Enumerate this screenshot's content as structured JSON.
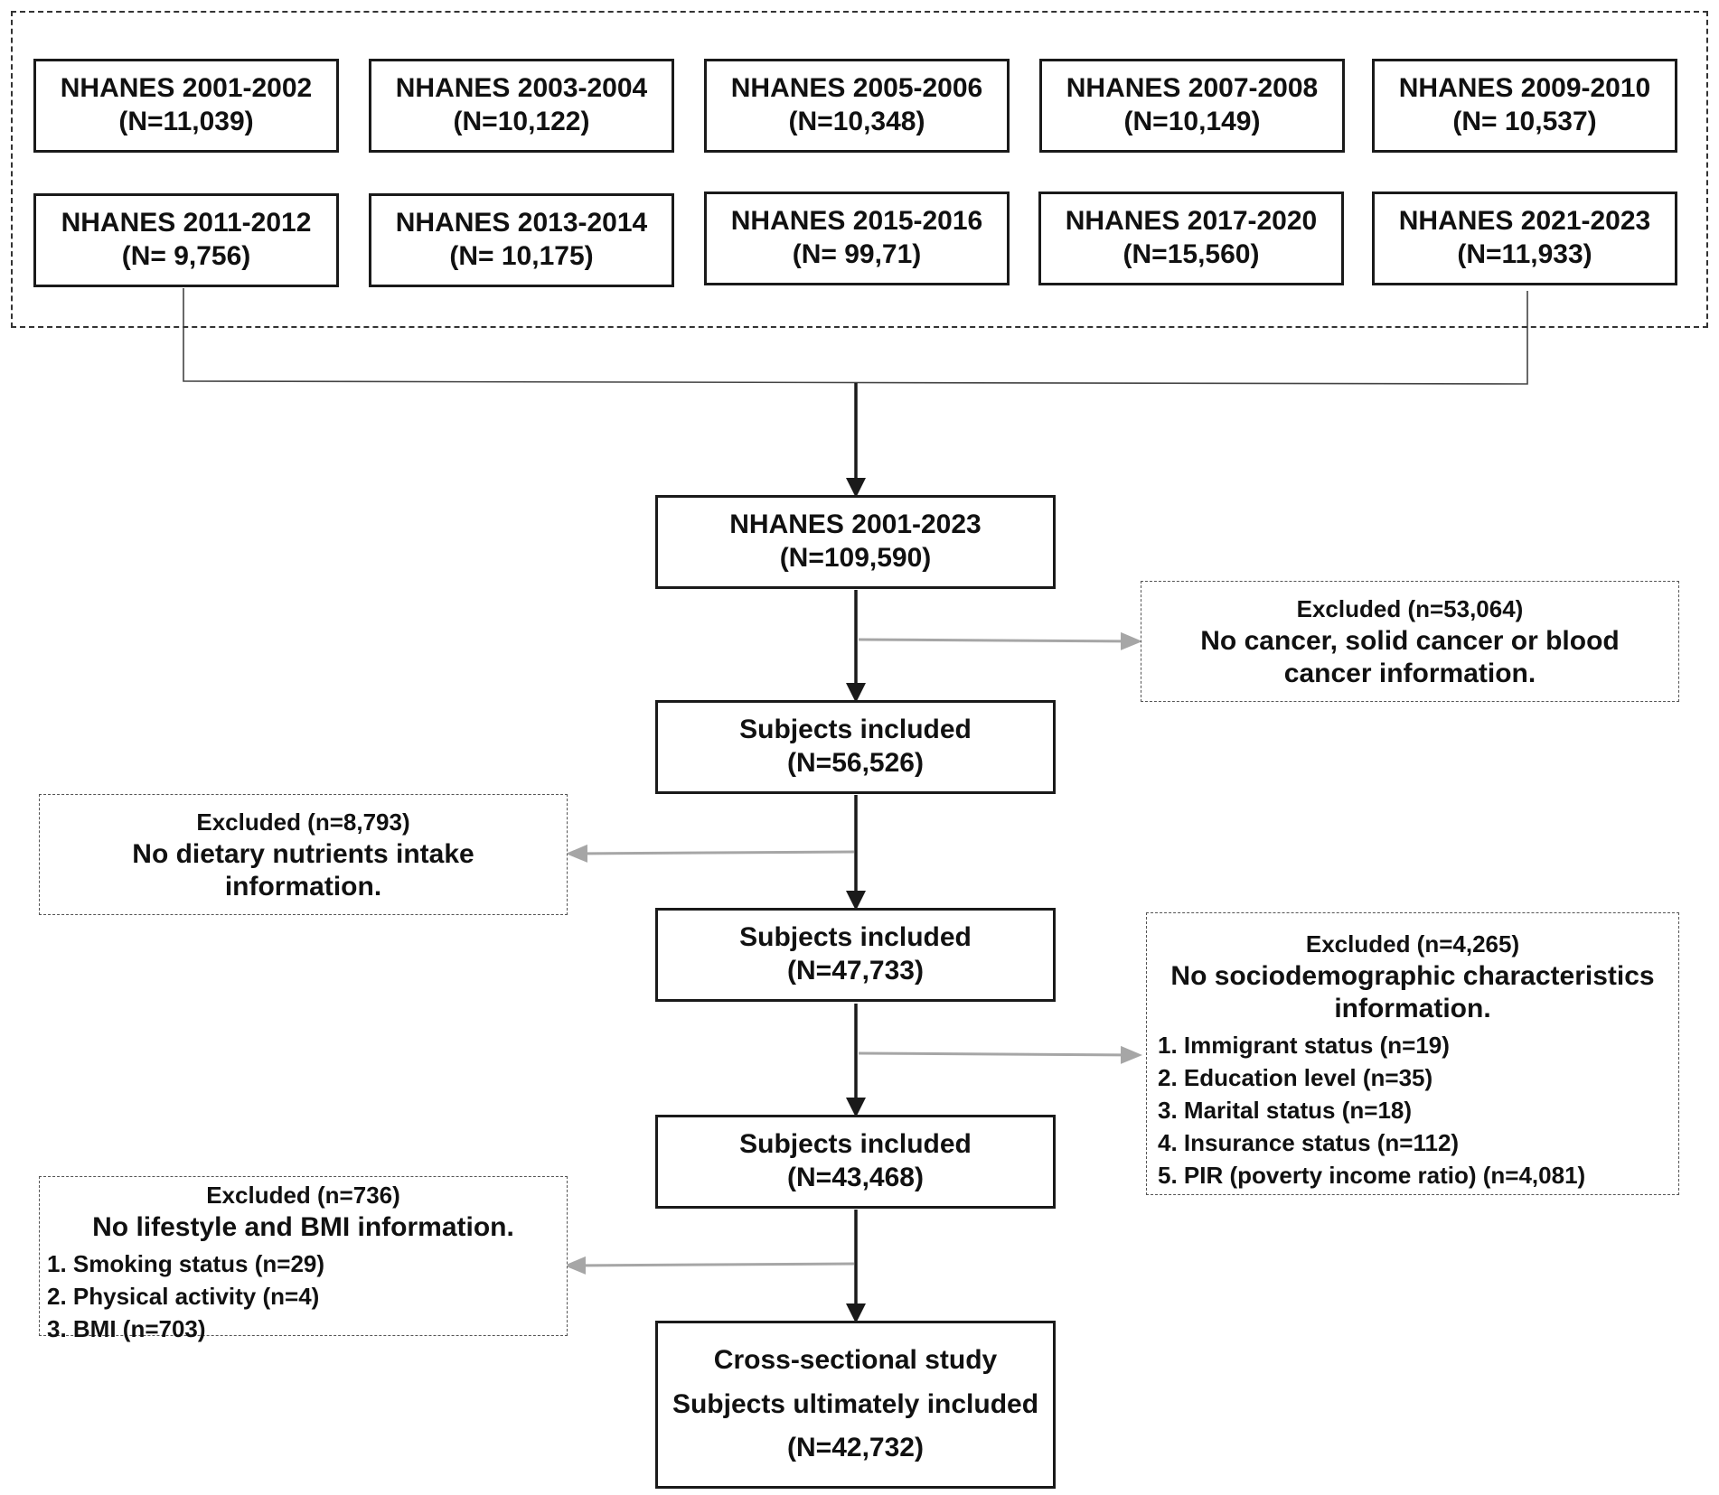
{
  "cycles": [
    {
      "label": "NHANES  2001-2002",
      "n": "(N=11,039)"
    },
    {
      "label": "NHANES  2003-2004",
      "n": "(N=10,122)"
    },
    {
      "label": "NHANES  2005-2006",
      "n": "(N=10,348)"
    },
    {
      "label": "NHANES  2007-2008",
      "n": "(N=10,149)"
    },
    {
      "label": "NHANES  2009-2010",
      "n": "(N= 10,537)"
    },
    {
      "label": "NHANES  2011-2012",
      "n": "(N= 9,756)"
    },
    {
      "label": "NHANES  2013-2014",
      "n": "(N= 10,175)"
    },
    {
      "label": "NHANES  2015-2016",
      "n": "(N= 99,71)"
    },
    {
      "label": "NHANES  2017-2020",
      "n": "(N=15,560)"
    },
    {
      "label": "NHANES  2021-2023",
      "n": "(N=11,933)"
    }
  ],
  "steps": {
    "total": {
      "label": "NHANES 2001-2023",
      "n": "(N=109,590)"
    },
    "included1": {
      "label": "Subjects included",
      "n": "(N=56,526)"
    },
    "included2": {
      "label": "Subjects included",
      "n": "(N=47,733)"
    },
    "included3": {
      "label": "Subjects included",
      "n": "(N=43,468)"
    },
    "final": {
      "line1": "Cross-sectional study",
      "line2": "Subjects ultimately included",
      "n": "(N=42,732)"
    }
  },
  "exclusions": {
    "cancer": {
      "header": "Excluded (n=53,064)",
      "desc": "No cancer, solid cancer or blood cancer  information."
    },
    "dietary": {
      "header": "Excluded  (n=8,793)",
      "desc": "No dietary nutrients intake information."
    },
    "sociodemographic": {
      "header": "Excluded (n=4,265)",
      "desc": "No sociodemographic characteristics information.",
      "items": [
        "1. Immigrant status (n=19)",
        "2. Education level (n=35)",
        "3. Marital status (n=18)",
        "4. Insurance status (n=112)",
        "5. PIR (poverty income ratio) (n=4,081)"
      ]
    },
    "lifestyle": {
      "header": "Excluded  (n=736)",
      "desc": "No lifestyle and BMI information.",
      "items": [
        "1. Smoking status (n=29)",
        "2. Physical activity (n=4)",
        "3. BMI (n=703)"
      ]
    }
  },
  "colors": {
    "main_arrow": "#1a1a1a",
    "side_arrow": "#a6a6a6",
    "border": "#1a1a1a"
  }
}
